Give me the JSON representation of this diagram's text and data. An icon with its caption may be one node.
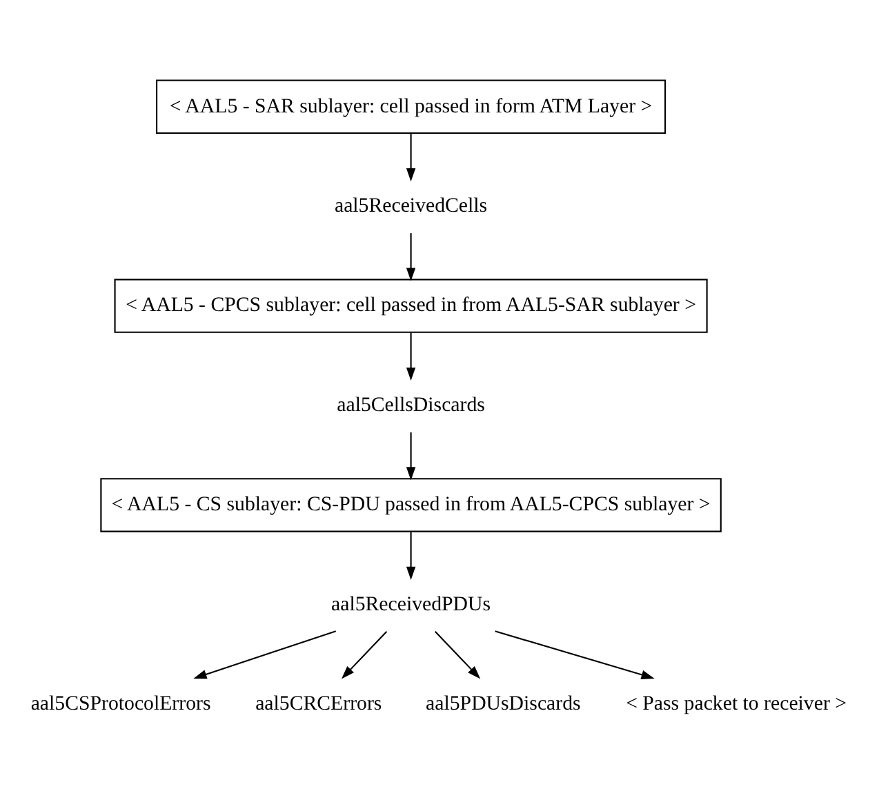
{
  "diagram": {
    "nodes": [
      {
        "text": [
          "< AAL5 - SAR sublayer: cell passed in form ATM Layer >"
        ]
      },
      {
        "text": [
          "aal5ReceivedCells"
        ]
      },
      {
        "text": [
          "< AAL5 - CPCS sublayer: cell passed in from AAL5-SAR sublayer >"
        ]
      },
      {
        "text": [
          "aal5CellsDiscards"
        ]
      },
      {
        "text": [
          "< AAL5 - CS sublayer: CS-PDU passed in from AAL5-CPCS sublayer >"
        ]
      },
      {
        "text": [
          "aal5ReceivedPDUs"
        ]
      },
      {
        "text": [
          "aal5CSProtocolErrors"
        ]
      },
      {
        "text": [
          "aal5CRCErrors"
        ]
      },
      {
        "text": [
          "aal5PDUsDiscards"
        ]
      },
      {
        "text": [
          "< Pass packet to receiver >"
        ]
      }
    ],
    "edges": [
      {
        "from": 0,
        "to": 1,
        "arrow": "to"
      },
      {
        "from": 1,
        "to": 2,
        "arrow": "to"
      },
      {
        "from": 2,
        "to": 3,
        "arrow": "to"
      },
      {
        "from": 3,
        "to": 4,
        "arrow": "to"
      },
      {
        "from": 4,
        "to": 5,
        "arrow": "to"
      },
      {
        "from": 5,
        "to": 6,
        "arrow": "to"
      },
      {
        "from": 5,
        "to": 7,
        "arrow": "to"
      },
      {
        "from": 5,
        "to": 8,
        "arrow": "to"
      },
      {
        "from": 5,
        "to": 9,
        "arrow": "to"
      }
    ]
  }
}
